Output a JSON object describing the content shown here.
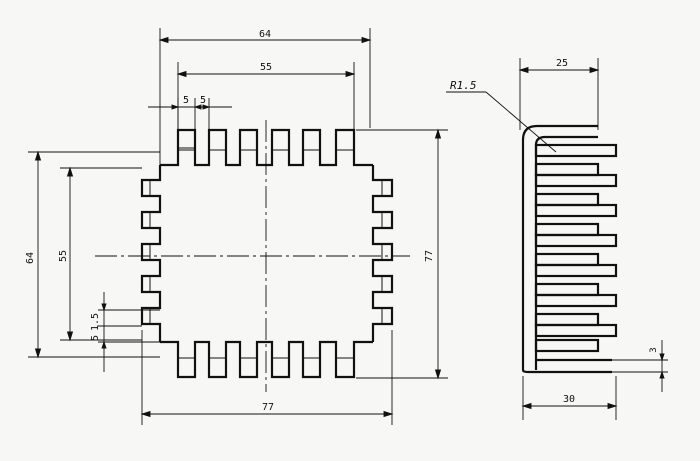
{
  "drawing": {
    "front_view": {
      "top_width_label": "64",
      "top_inner_label": "55",
      "pitch_label_a": "5",
      "pitch_label_b": "5",
      "left_height_label": "64",
      "left_inner_label": "55",
      "left_small_a": "5",
      "left_small_b": "1.5",
      "right_height_label": "77",
      "bottom_width_label": "77"
    },
    "side_view": {
      "radius_label": "R1.5",
      "top_width_label": "25",
      "bottom_width_label": "30",
      "thickness_label": "3"
    },
    "ink_color": "#111111",
    "paper_color": "#f7f7f5"
  }
}
